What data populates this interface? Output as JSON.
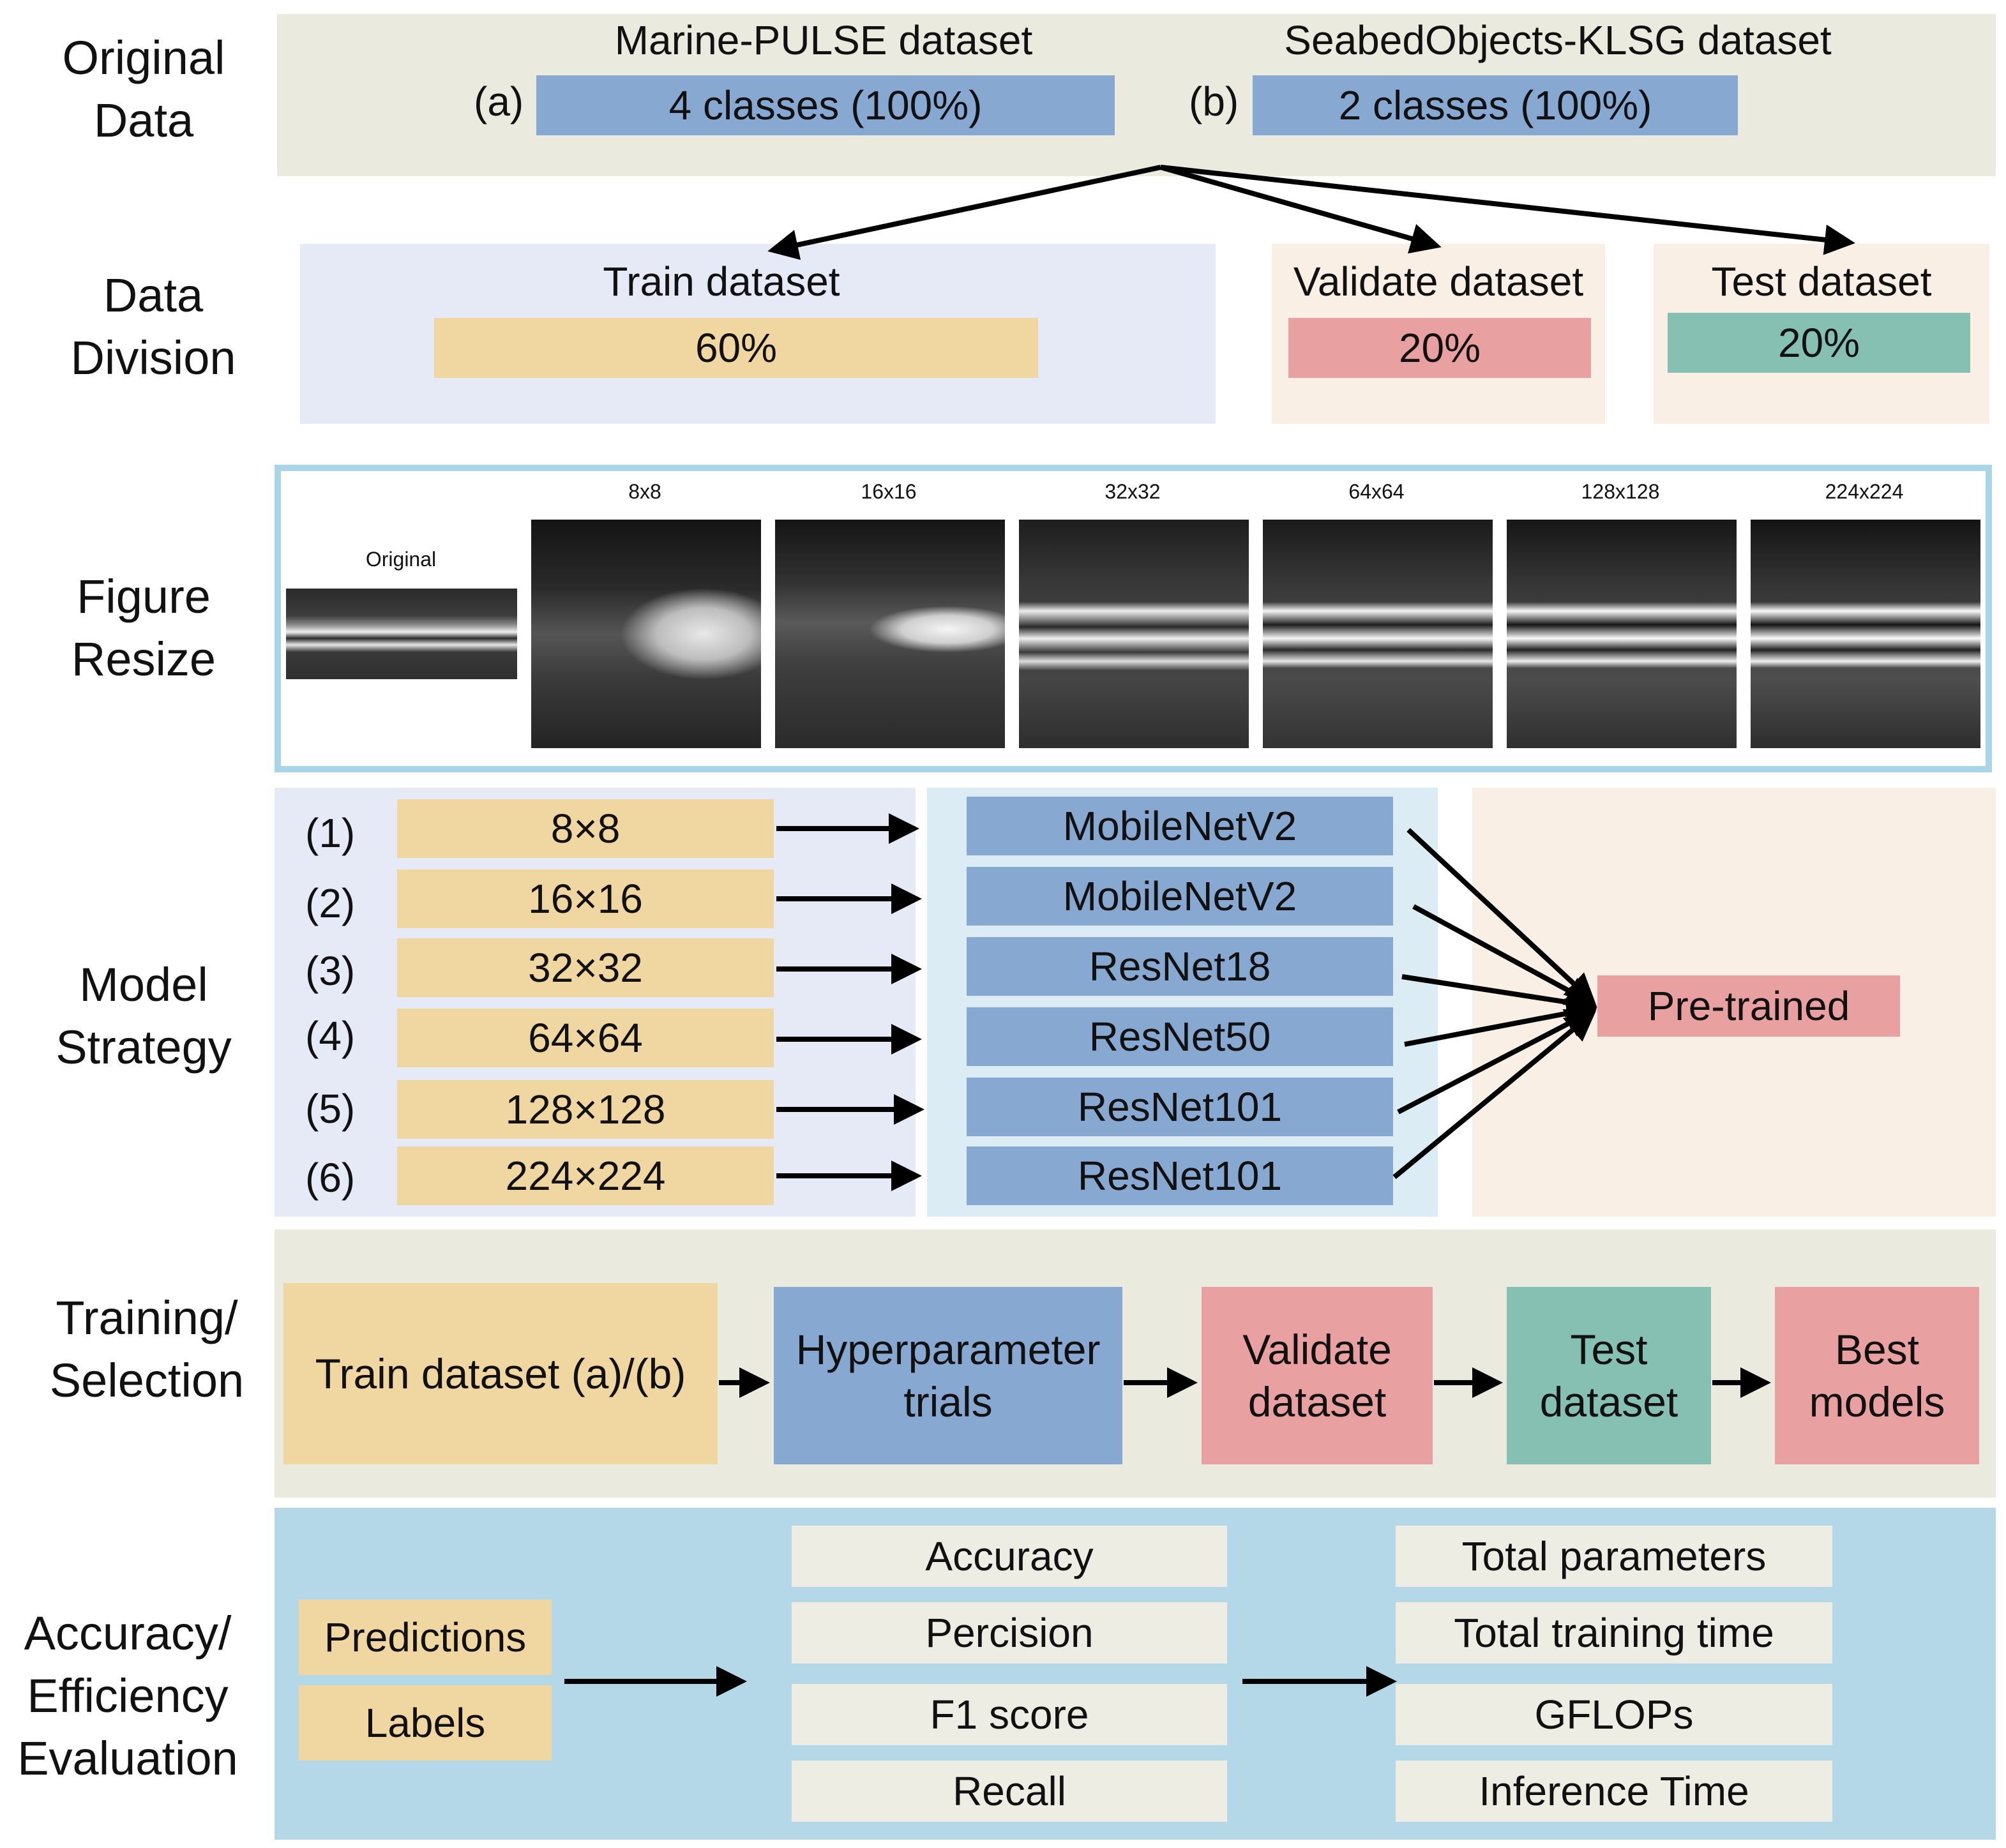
{
  "rows": {
    "original": "Original\nData",
    "division": "Data\nDivision",
    "resize": "Figure\nResize",
    "strategy": "Model\nStrategy",
    "training": "Training/\nSelection",
    "evaluation": "Accuracy/\nEfficiency\nEvaluation"
  },
  "original_data": {
    "a_tag": "(a)",
    "a_title": "Marine-PULSE dataset",
    "a_bar": "4 classes (100%)",
    "b_tag": "(b)",
    "b_title": "SeabedObjects-KLSG dataset",
    "b_bar": "2 classes (100%)"
  },
  "division": {
    "train_title": "Train dataset",
    "train_pct": "60%",
    "validate_title": "Validate dataset",
    "validate_pct": "20%",
    "test_title": "Test dataset",
    "test_pct": "20%"
  },
  "resize": {
    "original_caption": "Original",
    "captions": [
      "8x8",
      "16x16",
      "32x32",
      "64x64",
      "128x128",
      "224x224"
    ]
  },
  "strategy": {
    "rows": [
      {
        "idx": "(1)",
        "size": "8×8",
        "model": "MobileNetV2"
      },
      {
        "idx": "(2)",
        "size": "16×16",
        "model": "MobileNetV2"
      },
      {
        "idx": "(3)",
        "size": "32×32",
        "model": "ResNet18"
      },
      {
        "idx": "(4)",
        "size": "64×64",
        "model": "ResNet50"
      },
      {
        "idx": "(5)",
        "size": "128×128",
        "model": "ResNet101"
      },
      {
        "idx": "(6)",
        "size": "224×224",
        "model": "ResNet101"
      }
    ],
    "pretrained": "Pre-trained"
  },
  "training": {
    "steps": [
      "Train dataset (a)/(b)",
      "Hyperparameter\ntrials",
      "Validate\ndataset",
      "Test\ndataset",
      "Best\nmodels"
    ]
  },
  "evaluation": {
    "inputs": [
      "Predictions",
      "Labels"
    ],
    "accuracy_metrics": [
      "Accuracy",
      "Percision",
      "F1 score",
      "Recall"
    ],
    "efficiency_metrics": [
      "Total parameters",
      "Total training time",
      "GFLOPs",
      "Inference Time"
    ]
  },
  "colors": {
    "blue": "#87a8d0",
    "tan": "#f0d6a0",
    "pink": "#e8a0a0",
    "teal": "#86c0b2",
    "panel_beige": "#ebeade",
    "panel_lavender": "#e5eaf6",
    "panel_peach": "#f9efe4",
    "panel_sky": "#dcecf4",
    "panel_eval": "#b4d8e8"
  }
}
